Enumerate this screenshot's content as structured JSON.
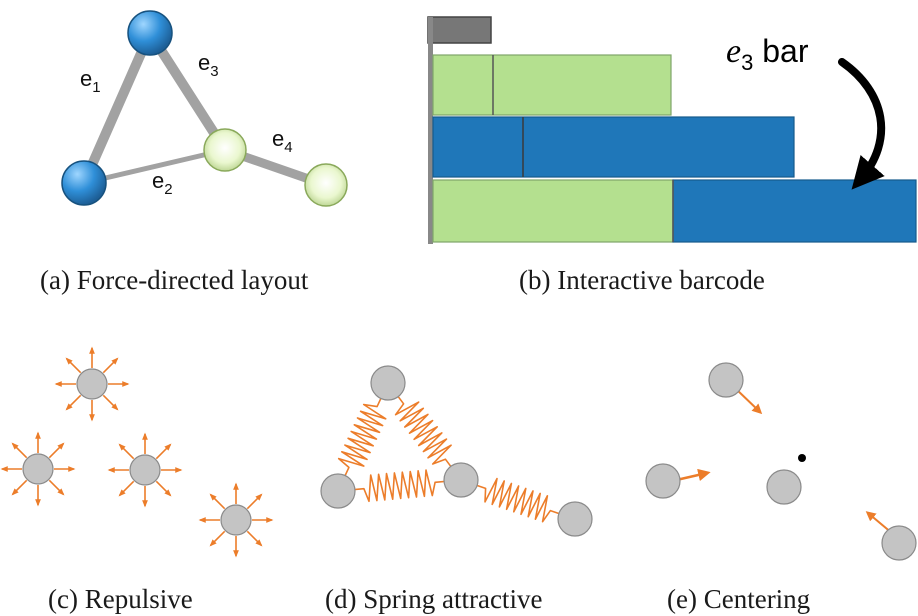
{
  "captions": {
    "a": "(a)  Force-directed layout",
    "b": "(b)  Interactive barcode",
    "c": "(c)  Repulsive",
    "d": "(d)  Spring attractive",
    "e": "(e)  Centering"
  },
  "edge_labels": {
    "e1": {
      "base": "e",
      "sub": "1"
    },
    "e2": {
      "base": "e",
      "sub": "2"
    },
    "e3": {
      "base": "e",
      "sub": "3"
    },
    "e4": {
      "base": "e",
      "sub": "4"
    }
  },
  "barcode_annotation": {
    "base": "e",
    "sub": "3",
    "word": " bar"
  },
  "colors": {
    "node_blue": "#2f8fd8",
    "node_green": "#e6f5c4",
    "edge_gray": "#9e9e9e",
    "bar_green": "#b4e08f",
    "bar_blue": "#1f77b9",
    "node_gray": "#c4c4c4",
    "force_orange": "#ec7d2a"
  }
}
